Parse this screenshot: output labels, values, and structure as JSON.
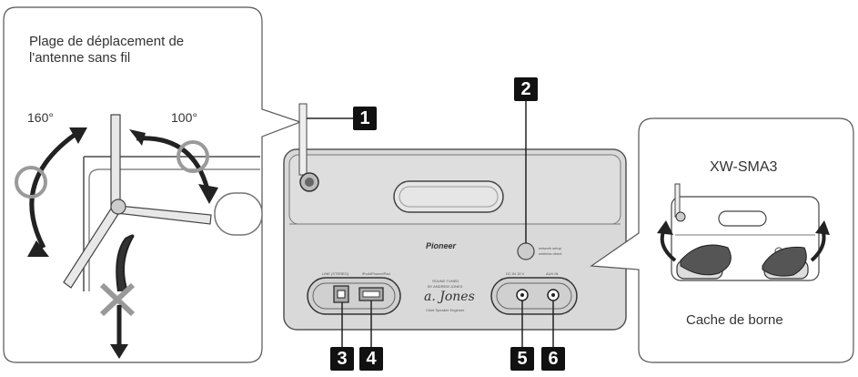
{
  "left_panel": {
    "title_line1": "Plage de déplacement de",
    "title_line2": "l'antenne sans fil",
    "angle_left": "160°",
    "angle_right": "100°"
  },
  "callouts": [
    "1",
    "2",
    "3",
    "4",
    "5",
    "6"
  ],
  "unit": {
    "brand": "Pioneer",
    "sound_tuned_line1": "SOUND TUNED",
    "sound_tuned_line2": "BY ANDREW JONES",
    "signature": "a. Jones",
    "engineer": "Chief Speaker Engineer",
    "port_label_1": "LINE (STEREO)",
    "port_label_2": "iPod/iPhone/iPad",
    "port_label_3": "DC IN 15 V",
    "port_label_4": "AUX IN",
    "button_label_1": "network setup",
    "button_label_2": "wireless direct"
  },
  "right_panel": {
    "model": "XW-SMA3",
    "caption": "Cache de borne"
  },
  "colors": {
    "outline": "#444444",
    "unit_fill": "#d9d9d9",
    "badge": "#111111"
  }
}
